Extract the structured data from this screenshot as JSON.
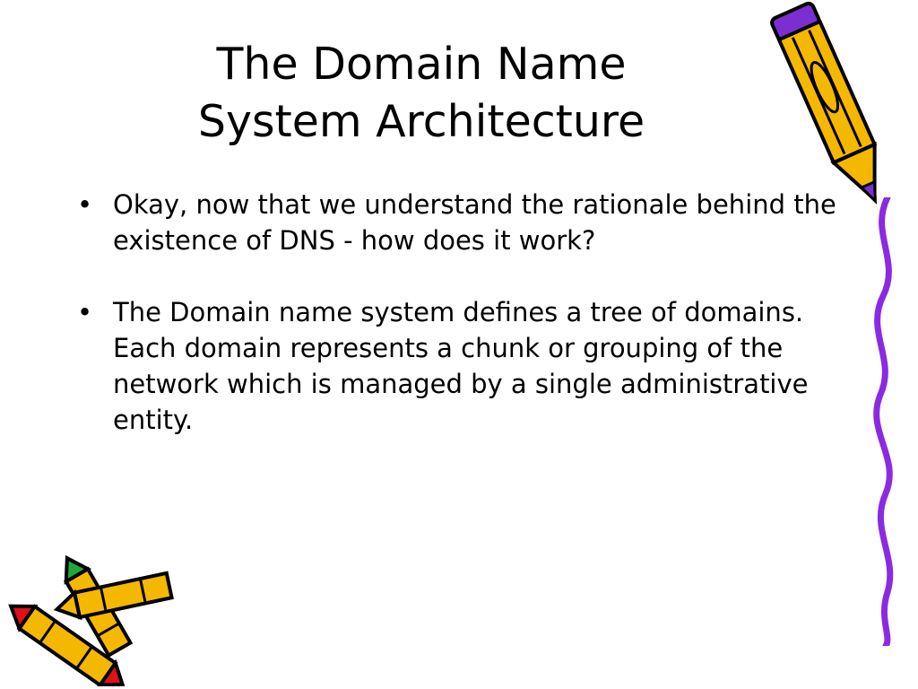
{
  "slide": {
    "title_lines": [
      "The Domain Name",
      "System Architecture"
    ],
    "bullets": [
      "Okay, now that we understand the rationale behind the existence of DNS - how does it work?",
      "The Domain name system defines a tree of domains. Each domain represents a chunk or grouping of the network which is managed by a single administrative entity."
    ],
    "bullet_glyph": "•"
  },
  "decorations": {
    "top_right": "pencil-icon",
    "bottom_left": "crayons-icon",
    "right_edge": "squiggle-line"
  },
  "colors": {
    "pencil_body": "#F5B800",
    "pencil_outline": "#000000",
    "pencil_stripe": "#7B2FD0",
    "crayon_red": "#E0101A",
    "crayon_green": "#1FA83A",
    "squiggle": "#8A2BE2"
  }
}
